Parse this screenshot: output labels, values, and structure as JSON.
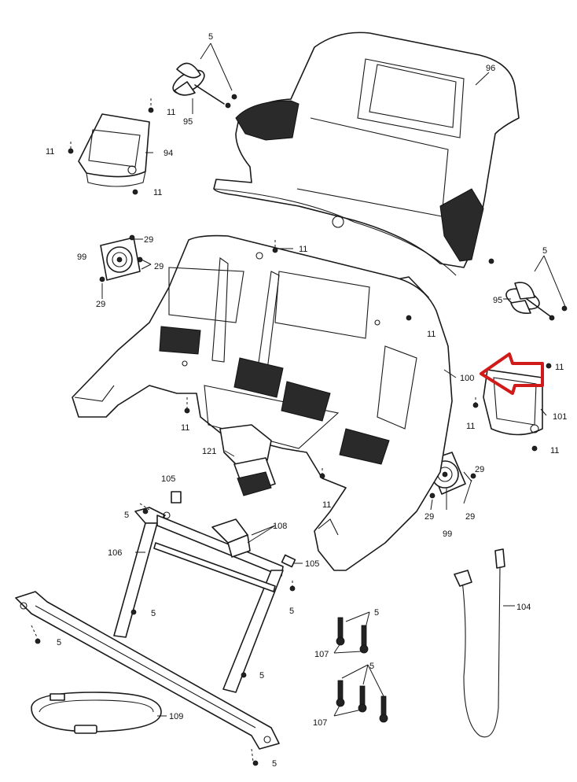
{
  "diagram": {
    "labels": {
      "l96": "96",
      "l5a": "5",
      "l95a": "95",
      "l11a": "11",
      "l11b": "11",
      "l94": "94",
      "l11c": "11",
      "l99a": "99",
      "l29a": "29",
      "l29b": "29",
      "l29c": "29",
      "l11d": "11",
      "l5b": "5",
      "l95b": "95",
      "l11e": "11",
      "l100": "100",
      "l11f": "11",
      "l11g": "11",
      "l101": "101",
      "l11h": "11",
      "l11i": "11",
      "l121": "121",
      "l29d": "29",
      "l29e": "29",
      "l99b": "99",
      "l105a": "105",
      "l5c": "5",
      "l11j": "11",
      "l108": "108",
      "l106": "106",
      "l105b": "105",
      "l5d": "5",
      "l5e": "5",
      "l5f": "5",
      "l104": "104",
      "l5g": "5",
      "l107a": "107",
      "l5h": "5",
      "l5i": "5",
      "l107b": "107",
      "l109": "109",
      "l5j": "5"
    },
    "highlight_color": "#d11a1a"
  }
}
